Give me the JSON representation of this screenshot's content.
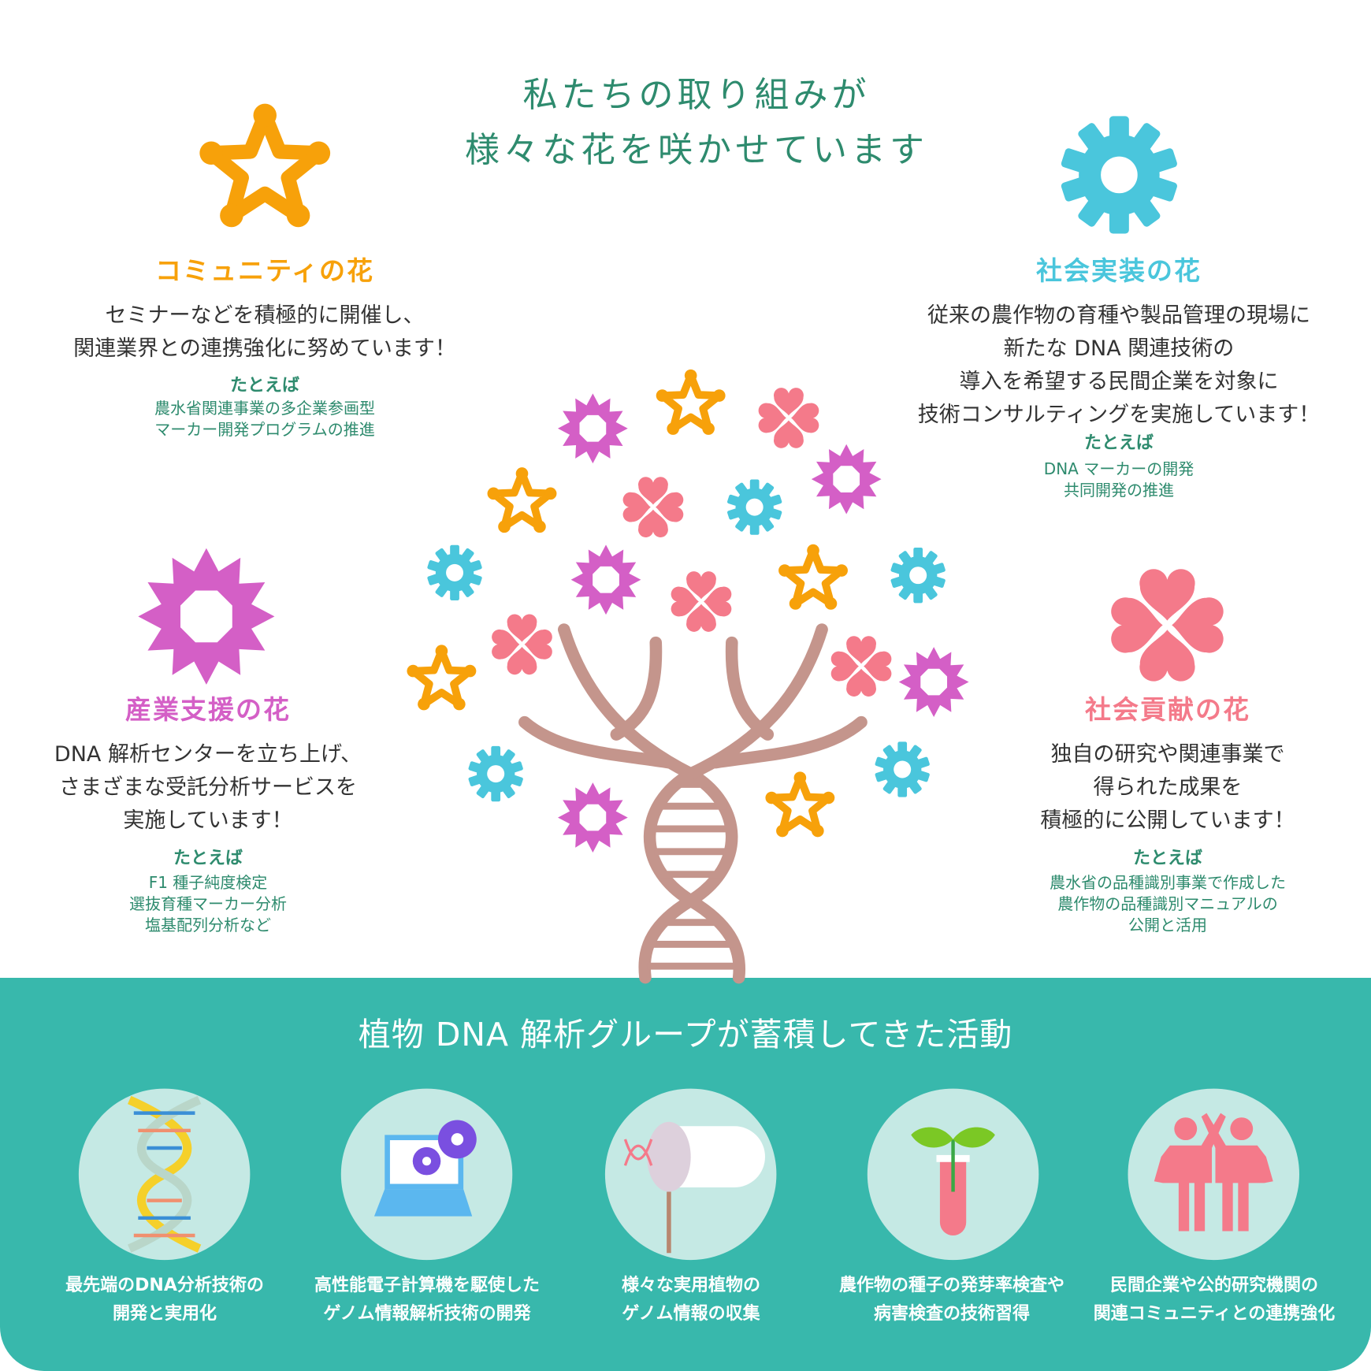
{
  "header": {
    "title_lines": [
      "私たちの取り組みが",
      "様々な花を咲かせています"
    ]
  },
  "flowers": [
    {
      "id": "community",
      "title": "コミュニティの花",
      "color": "#f7a10a",
      "icon": "star-flower-icon",
      "body": [
        "セミナーなどを積極的に開催し、",
        "関連業界との連携強化に努めています！"
      ],
      "example_label": "たとえば",
      "examples": [
        "農水省関連事業の多企業参画型",
        "マーカー開発プログラムの推進"
      ]
    },
    {
      "id": "implementation",
      "title": "社会実装の花",
      "color": "#4ac6dc",
      "icon": "gear-flower-icon",
      "body": [
        "従来の農作物の育種や製品管理の現場に",
        "新たな DNA 関連技術の",
        "導入を希望する民間企業を対象に",
        "技術コンサルティングを実施しています！"
      ],
      "example_label": "たとえば",
      "examples": [
        "DNA マーカーの開発",
        "共同開発の推進"
      ]
    },
    {
      "id": "industry",
      "title": "産業支援の花",
      "color": "#d45fc6",
      "icon": "sun-flower-icon",
      "body": [
        "DNA 解析センターを立ち上げ、",
        "さまざまな受託分析サービスを",
        "実施しています！"
      ],
      "example_label": "たとえば",
      "examples": [
        "F1 種子純度検定",
        "選抜育種マーカー分析",
        "塩基配列分析など"
      ]
    },
    {
      "id": "contribution",
      "title": "社会貢献の花",
      "color": "#f47a8a",
      "icon": "clover-flower-icon",
      "body": [
        "独自の研究や関連事業で",
        "得られた成果を",
        "積極的に公開しています！"
      ],
      "example_label": "たとえば",
      "examples": [
        "農水省の品種識別事業で作成した",
        "農作物の品種識別マニュアルの",
        "公開と活用"
      ]
    }
  ],
  "activities": {
    "title": "植物 DNA 解析グループが蓄積してきた活動",
    "items": [
      {
        "icon": "dna-icon",
        "lines": [
          "最先端のDNA分析技術の",
          "開発と実用化"
        ]
      },
      {
        "icon": "laptop-gears-icon",
        "lines": [
          "高性能電子計算機を駆使した",
          "ゲノム情報解析技術の開発"
        ]
      },
      {
        "icon": "dna-capture-net-icon",
        "lines": [
          "様々な実用植物の",
          "ゲノム情報の収集"
        ]
      },
      {
        "icon": "sprout-test-tube-icon",
        "lines": [
          "農作物の種子の発芽率検査や",
          "病害検査の技術習得"
        ]
      },
      {
        "icon": "people-high-five-icon",
        "lines": [
          "民間企業や公的研究機関の",
          "関連コミュニティとの連携強化"
        ]
      }
    ]
  },
  "colors": {
    "green": "#2e8b6e",
    "teal": "#38b8ac",
    "circle": "#c5e9e4",
    "tree": "#c4958c"
  }
}
